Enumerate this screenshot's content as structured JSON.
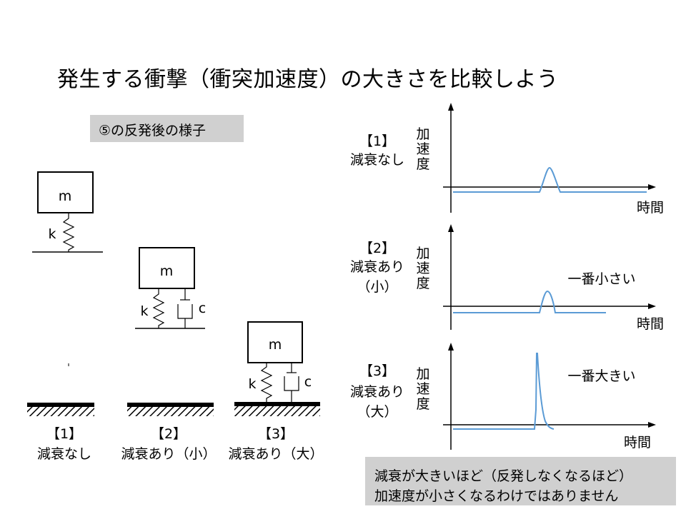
{
  "title": "発生する衝撃（衝突加速度）の大きさを比較しよう",
  "subtitle": "⑤の反発後の様子",
  "models": [
    {
      "num": "【1】",
      "desc": "減衰なし",
      "mass": "m",
      "spring": "k"
    },
    {
      "num": "【2】",
      "desc": "減衰あり（小）",
      "mass": "m",
      "spring": "k",
      "damper": "c"
    },
    {
      "num": "【3】",
      "desc": "減衰あり（大）",
      "mass": "m",
      "spring": "k",
      "damper": "c"
    }
  ],
  "graphs": [
    {
      "num": "【1】",
      "desc": [
        "減衰なし"
      ],
      "ylabel": "加速度",
      "xlabel": "時間",
      "annotation": ""
    },
    {
      "num": "【2】",
      "desc": [
        "減衰あり",
        "（小）"
      ],
      "ylabel": "加速度",
      "xlabel": "時間",
      "annotation": "一番小さい"
    },
    {
      "num": "【3】",
      "desc": [
        "減衰あり",
        "（大）"
      ],
      "ylabel": "加速度",
      "xlabel": "時間",
      "annotation": "一番大きい"
    }
  ],
  "note": {
    "line1": "減衰が大きいほど（反発しなくなるほど）",
    "line2": "加速度が小さくなるわけではありません"
  },
  "colors": {
    "curve": "#5b9bd5",
    "box": "#d0d0d0"
  }
}
